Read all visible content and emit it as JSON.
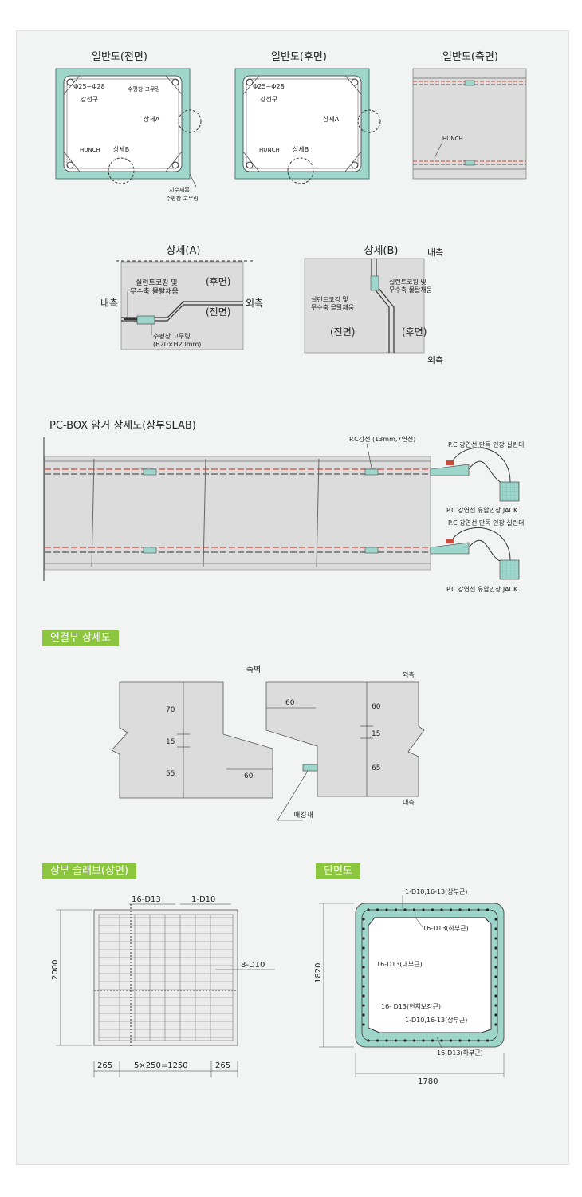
{
  "general": {
    "front_title": "일반도(전면)",
    "rear_title": "일반도(후면)",
    "side_title": "일반도(측면)",
    "strand": "Φ25~Φ28",
    "strand_hole": "강선구",
    "gasket": "수평창 고무링",
    "detail_a": "상세A",
    "detail_b": "상세B",
    "hunch": "HUNCH",
    "groove1": "지수재홈",
    "groove2": "수평창 고무링"
  },
  "detail_a": {
    "title": "상세(A)",
    "sealant1": "실런트코킹 및",
    "sealant2": "무수축 몰탈채움",
    "rear": "(후면)",
    "front": "(전면)",
    "inner": "내측",
    "outer": "외측",
    "gasket1": "수평창 고무링",
    "gasket2": "(B20×H20mm)"
  },
  "detail_b": {
    "title": "상세(B)",
    "inner": "내측",
    "outer": "외측",
    "sealant1": "실런트코킹 및",
    "sealant2": "무수축 몰탈채움",
    "front": "(전면)",
    "rear": "(후면)"
  },
  "pcbox": {
    "title": "PC-BOX 암거 상세도(상부SLAB)",
    "pc_strand": "P.C강선 (13mm,7연선)",
    "cylinder": "P.C 강연선 단독 인장 실린더",
    "jack": "P.C 강연선 유압인장 JACK"
  },
  "joint": {
    "badge": "연결부 상세도",
    "side_wall": "측벽",
    "outer": "외측",
    "inner": "내측",
    "packing": "패킹재",
    "dim_70": "70",
    "dim_15": "15",
    "dim_55": "55",
    "dim_60": "60",
    "dim_65": "65"
  },
  "slab": {
    "badge": "상부 슬래브(상면)",
    "bars_top": "16-D13",
    "bar_1": "1-D10",
    "bar_8": "8-D10",
    "height": "2000",
    "dim_left": "265",
    "dim_mid": "5×250=1250",
    "dim_right": "265"
  },
  "section": {
    "badge": "단면도",
    "top_bars": "1-D10,16-13(상부근)",
    "top_lower": "16-D13(하부근)",
    "inner": "16-D13(내부근)",
    "haunch": "16- D13(헌치보강근)",
    "bottom_top": "1-D10,16-13(상부근)",
    "bottom_lower": "16-D13(하부근)",
    "height": "1820",
    "width": "1780"
  },
  "colors": {
    "concrete": "#dcdcdc",
    "teal": "#9fd6cc",
    "badge": "#8cc63f",
    "strand_red": "#c84b3c"
  }
}
